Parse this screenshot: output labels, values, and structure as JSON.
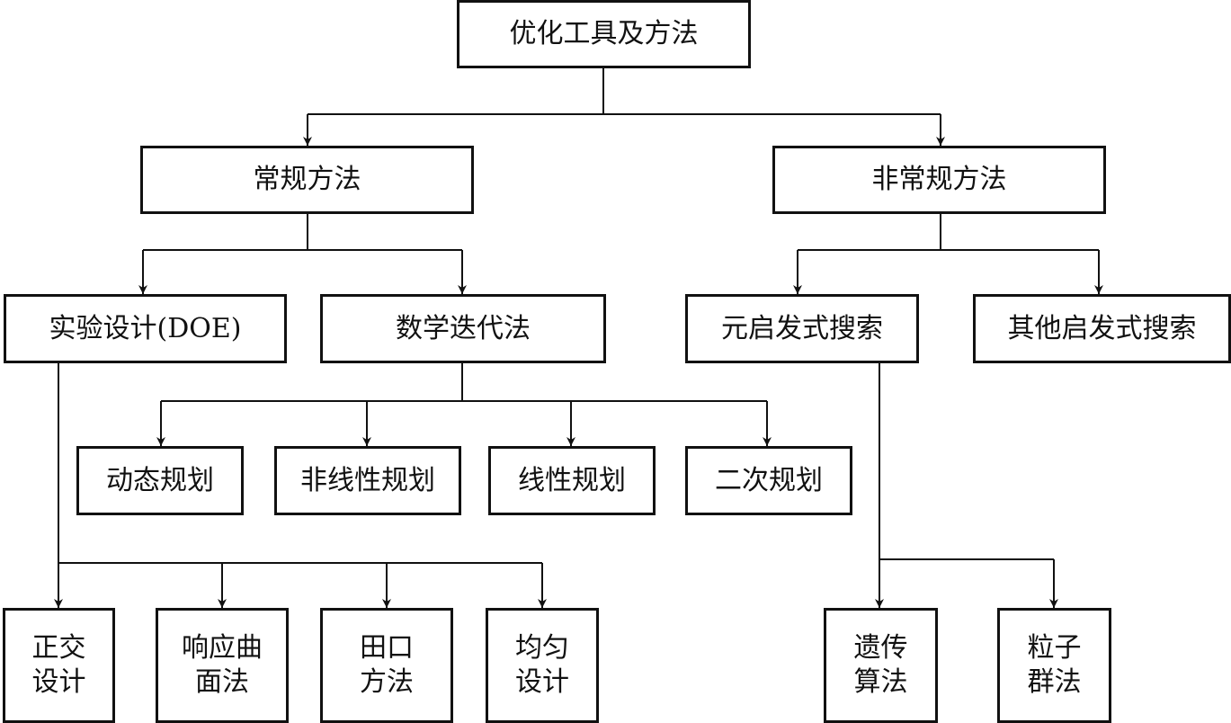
{
  "diagram": {
    "root": "优化工具及方法",
    "conventional": "常规方法",
    "unconventional": "非常规方法",
    "doe": "实验设计(DOE)",
    "math_iterative": "数学迭代法",
    "metaheuristic": "元启发式搜索",
    "other_heuristic": "其他启发式搜索",
    "dynamic_programming": "动态规划",
    "nonlinear_programming": "非线性规划",
    "linear_programming": "线性规划",
    "quadratic_programming": "二次规划",
    "orthogonal_design": "正交\n设计",
    "response_surface": "响应曲\n面法",
    "taguchi": "田口\n方法",
    "uniform_design": "均匀\n设计",
    "genetic_algorithm": "遗传\n算法",
    "particle_swarm": "粒子\n群法"
  },
  "colors": {
    "line": "#111111",
    "box_border": "#111111",
    "background": "#ffffff"
  }
}
